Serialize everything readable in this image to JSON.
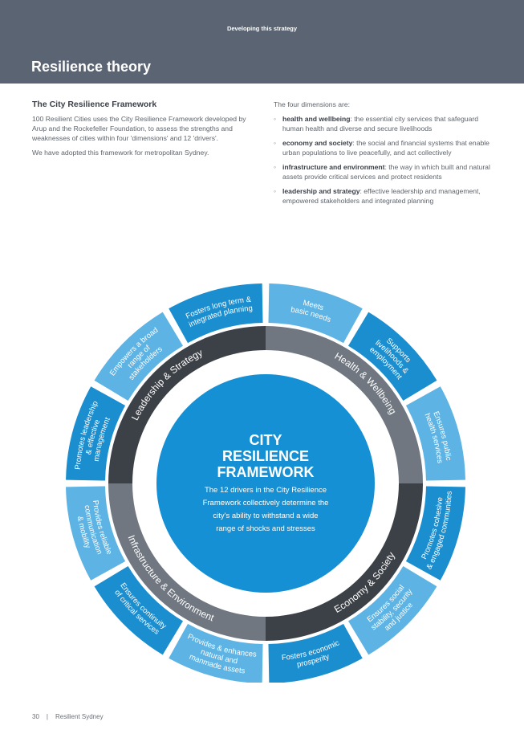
{
  "header": {
    "section_label": "Developing this strategy",
    "title": "Resilience theory"
  },
  "left": {
    "heading": "The City Resilience Framework",
    "paragraphs": [
      "100 Resilient Cities uses the City Resilience Framework developed by Arup and the Rockefeller Foundation, to assess the strengths and weaknesses of cities within four 'dimensions' and 12 'drivers'.",
      "We have adopted this framework for metropolitan Sydney."
    ]
  },
  "right": {
    "intro": "The four dimensions are:",
    "dimensions": [
      {
        "term": "health and wellbeing",
        "desc": ": the essential city services that safeguard human health and diverse and secure livelihoods"
      },
      {
        "term": "economy and society",
        "desc": ": the social and financial systems that enable urban populations to live peacefully, and act collectively"
      },
      {
        "term": "infrastructure and environment",
        "desc": ": the way in which built and natural assets provide critical services and protect residents"
      },
      {
        "term": "leadership and strategy",
        "desc": ": effective leadership and management, empowered stakeholders and integrated planning"
      }
    ]
  },
  "diagram": {
    "title_lines": [
      "CITY",
      "RESILIENCE",
      "FRAMEWORK"
    ],
    "desc_lines": [
      "The 12 drivers in the City Resilience",
      "Framework collectively determine the",
      "city's ability to withstand a wide",
      "range of shocks and stresses"
    ],
    "dimensions": [
      {
        "label": "Health & Wellbeing"
      },
      {
        "label": "Economy & Society"
      },
      {
        "label": "Infrastructure & Environment"
      },
      {
        "label": "Leadership & Strategy"
      }
    ],
    "drivers": [
      {
        "lines": [
          "Meets",
          "basic needs"
        ]
      },
      {
        "lines": [
          "Supports",
          "livelihoods &",
          "employment"
        ]
      },
      {
        "lines": [
          "Ensures public",
          "health services"
        ]
      },
      {
        "lines": [
          "Promotes cohesive",
          "& engaged communities"
        ]
      },
      {
        "lines": [
          "Ensures social",
          "stability, security",
          "and justice"
        ]
      },
      {
        "lines": [
          "Fosters economic",
          "prosperity"
        ]
      },
      {
        "lines": [
          "Provides & enhances",
          "natural and",
          "manmade assets"
        ]
      },
      {
        "lines": [
          "Ensures continuity",
          "of critical services"
        ]
      },
      {
        "lines": [
          "Provides reliable",
          "communication",
          "& mobility"
        ]
      },
      {
        "lines": [
          "Promotes leadership",
          "& effective",
          "management"
        ]
      },
      {
        "lines": [
          "Empowers a broad",
          "range of",
          "stakeholders"
        ]
      },
      {
        "lines": [
          "Fosters long term &",
          "integrated planning"
        ]
      }
    ],
    "colors": {
      "light_blue": "#5db3e3",
      "mid_blue": "#1b8ed0",
      "dark_blue": "#0f6eb4",
      "grey_light": "#707780",
      "grey_dark": "#3c4047",
      "center": "#1590d4"
    }
  },
  "footer": {
    "page_number": "30",
    "publication": "Resilient Sydney"
  }
}
